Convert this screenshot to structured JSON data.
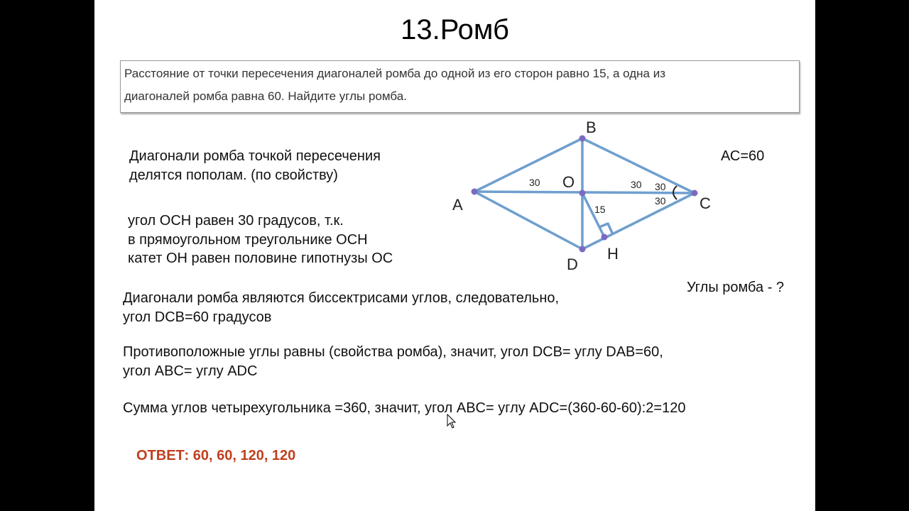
{
  "title": "13.Ромб",
  "problem": {
    "line1": "Расстояние от точки пересечения диагоналей ромба до одной из его сторон равно 15, а одна из",
    "line2": "диагоналей ромба равна 60. Найдите углы ромба."
  },
  "notes": {
    "diagonals_line1": "Диагонали ромба точкой пересечения",
    "diagonals_line2": "делятся пополам. (по свойству)",
    "och_line1": "угол ОСН равен 30 градусов, т.к.",
    "och_line2": "в прямоугольном треугольнике  ОСН",
    "och_line3": "катет ОН равен половине гипотнузы ОС",
    "given": "АС=60",
    "find": "Углы ромба - ?"
  },
  "steps": {
    "bisector_line1": "Диагонали ромба являются биссектрисами углов, следовательно,",
    "bisector_line2": "угол  DCB=60 градусов",
    "opposite_line1": "Противоположные углы равны (свойства ромба), значит, угол DCB= углу DAB=60,",
    "opposite_line2": "угол ABC= углу ADC",
    "sum_line": "Сумма углов четырехугольника =360, значит, угол ABC= углу ADC=(360-60-60):2=120"
  },
  "answer": "ОТВЕТ: 60, 60, 120, 120",
  "diagram": {
    "labels": {
      "A": "A",
      "B": "B",
      "C": "C",
      "D": "D",
      "O": "O",
      "H": "H",
      "ao": "30",
      "oc": "30",
      "angle_upper": "30",
      "angle_lower": "30",
      "oh": "15"
    },
    "colors": {
      "line": "#6f9fcf",
      "point": "#7b6bbf",
      "text": "#222222"
    }
  },
  "colors": {
    "answer": "#c0401f"
  }
}
